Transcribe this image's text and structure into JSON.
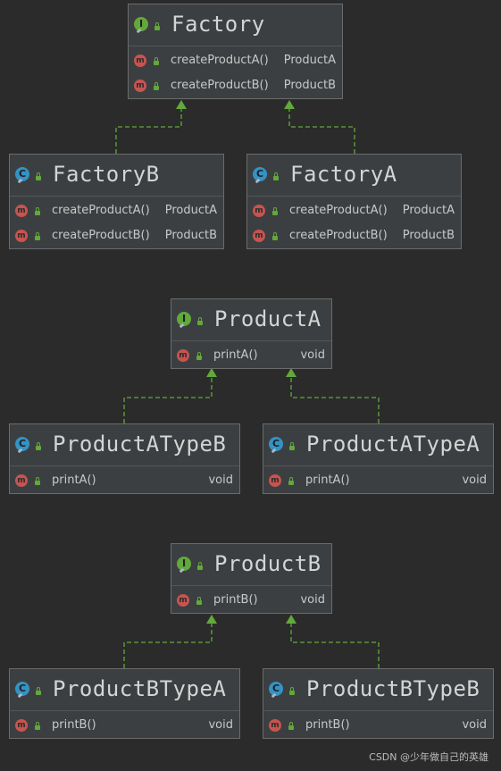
{
  "diagram": {
    "colors": {
      "background": "#2b2b2b",
      "box": "#3c3f41",
      "edge": "#62a83b",
      "interface_badge": "#62a83b",
      "class_badge": "#3592c4",
      "method_badge": "#c75450"
    },
    "boxes": [
      {
        "id": "factory",
        "kind": "interface",
        "badge": "I",
        "title": "Factory",
        "methods": [
          {
            "name": "createProductA()",
            "ret": "ProductA"
          },
          {
            "name": "createProductB()",
            "ret": "ProductB"
          }
        ]
      },
      {
        "id": "factoryb",
        "kind": "class",
        "badge": "C",
        "title": "FactoryB",
        "methods": [
          {
            "name": "createProductA()",
            "ret": "ProductA"
          },
          {
            "name": "createProductB()",
            "ret": "ProductB"
          }
        ]
      },
      {
        "id": "factorya",
        "kind": "class",
        "badge": "C",
        "title": "FactoryA",
        "methods": [
          {
            "name": "createProductA()",
            "ret": "ProductA"
          },
          {
            "name": "createProductB()",
            "ret": "ProductB"
          }
        ]
      },
      {
        "id": "producta",
        "kind": "interface",
        "badge": "I",
        "title": "ProductA",
        "methods": [
          {
            "name": "printA()",
            "ret": "void"
          }
        ]
      },
      {
        "id": "productatypeb",
        "kind": "class",
        "badge": "C",
        "title": "ProductATypeB",
        "methods": [
          {
            "name": "printA()",
            "ret": "void"
          }
        ]
      },
      {
        "id": "productatypea",
        "kind": "class",
        "badge": "C",
        "title": "ProductATypeA",
        "methods": [
          {
            "name": "printA()",
            "ret": "void"
          }
        ]
      },
      {
        "id": "productb",
        "kind": "interface",
        "badge": "I",
        "title": "ProductB",
        "methods": [
          {
            "name": "printB()",
            "ret": "void"
          }
        ]
      },
      {
        "id": "productbtypea",
        "kind": "class",
        "badge": "C",
        "title": "ProductBTypeA",
        "methods": [
          {
            "name": "printB()",
            "ret": "void"
          }
        ]
      },
      {
        "id": "productbtypeb",
        "kind": "class",
        "badge": "C",
        "title": "ProductBTypeB",
        "methods": [
          {
            "name": "printB()",
            "ret": "void"
          }
        ]
      }
    ],
    "edges": [
      {
        "from": "factoryb",
        "to": "factory",
        "type": "implements"
      },
      {
        "from": "factorya",
        "to": "factory",
        "type": "implements"
      },
      {
        "from": "productatypeb",
        "to": "producta",
        "type": "implements"
      },
      {
        "from": "productatypea",
        "to": "producta",
        "type": "implements"
      },
      {
        "from": "productbtypea",
        "to": "productb",
        "type": "implements"
      },
      {
        "from": "productbtypeb",
        "to": "productb",
        "type": "implements"
      }
    ],
    "method_badge_letter": "m"
  },
  "watermark": "CSDN @少年做自己的英雄"
}
